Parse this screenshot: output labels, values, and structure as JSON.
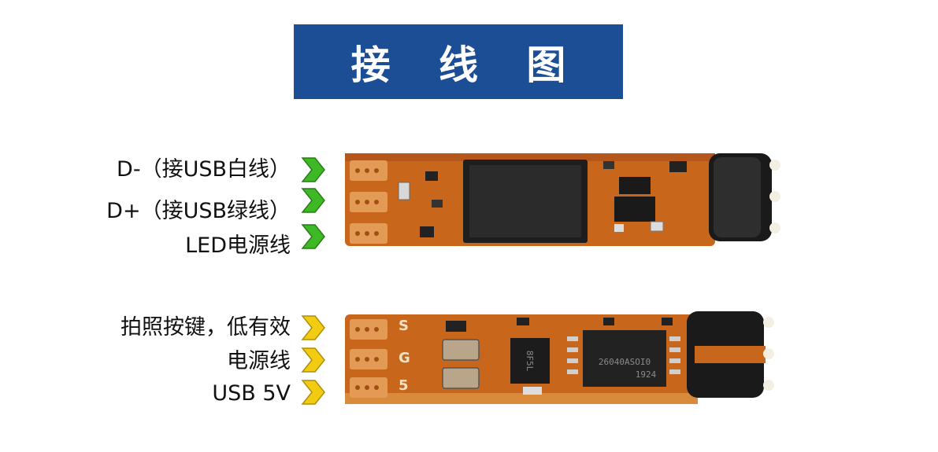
{
  "title": "接 线 图",
  "top_module": {
    "labels": [
      "D-（接USB白线）",
      "D+（接USB绿线）",
      "LED电源线"
    ],
    "arrow_color": "#3fb826"
  },
  "bottom_module": {
    "labels": [
      "拍照按键，低有效",
      "电源线",
      "USB 5V"
    ],
    "pad_marks": [
      "S",
      "G",
      "5"
    ],
    "chip_text": [
      "26040ASOI0",
      "1924"
    ],
    "transistor_text": "8F5L",
    "arrow_color": "#f2cc12"
  },
  "colors": {
    "banner": "#1c4e96",
    "pcb": "#c8661c",
    "pad": "#e39a55"
  }
}
